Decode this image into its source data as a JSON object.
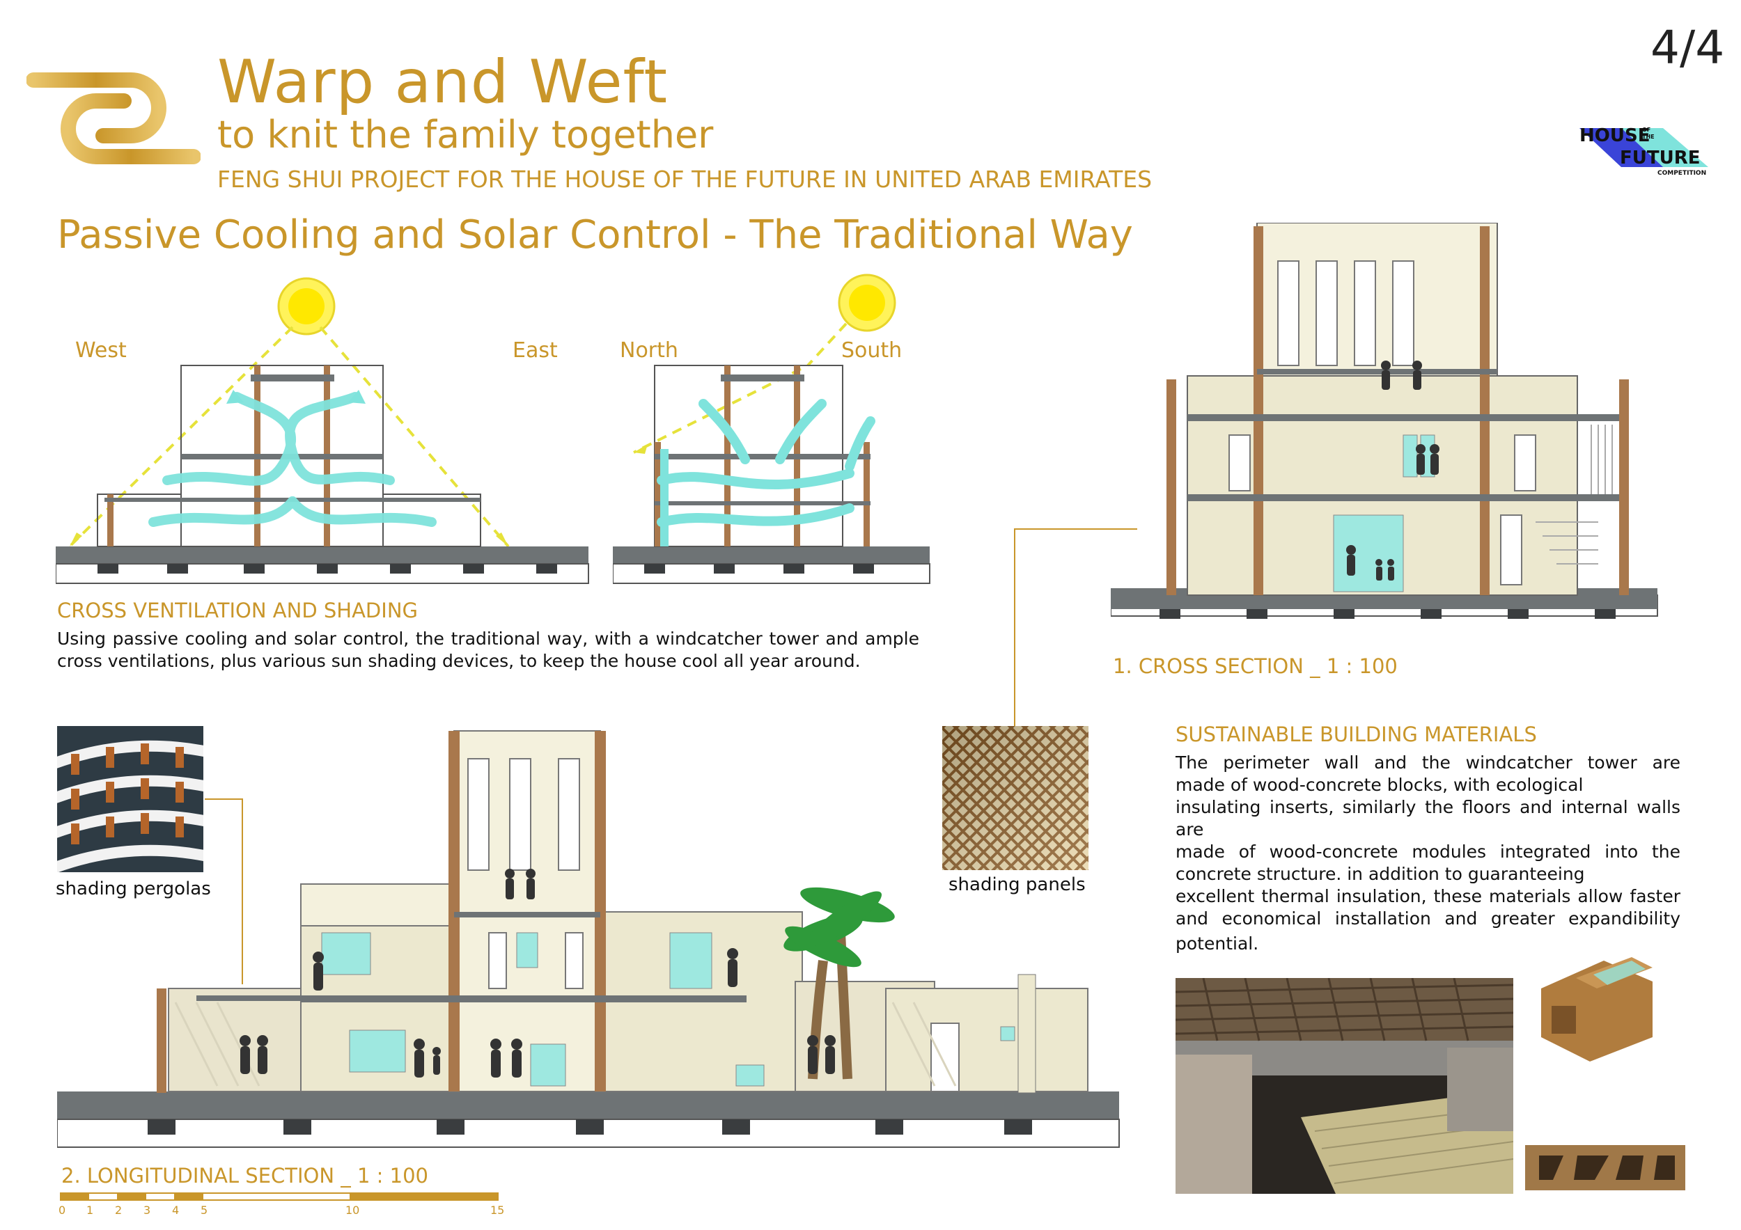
{
  "page_number": "4/4",
  "logo": {
    "name": "warp-weft-knot-logo"
  },
  "header": {
    "title": "Warp and Weft",
    "subtitle": "to knit the family together",
    "project_line": "FENG SHUI PROJECT FOR THE HOUSE OF THE FUTURE IN UNITED ARAB EMIRATES",
    "section_title": "Passive Cooling and Solar Control - The Traditional Way"
  },
  "competition_logo": {
    "word1": "HOUSE",
    "word_small1": "OF",
    "word_small2": "THE",
    "word2": "FUTURE",
    "word3": "COMPETITION"
  },
  "diagrams": {
    "west": "West",
    "east": "East",
    "north": "North",
    "south": "South"
  },
  "cross_ventilation": {
    "heading": "CROSS VENTILATION AND SHADING",
    "text": "Using passive cooling and solar control, the traditional way, with a windcatcher tower and ample cross ventilations, plus various sun shading devices, to keep the house cool all year around."
  },
  "cross_section_label": "1. CROSS SECTION _ 1 : 100",
  "sustainable": {
    "heading": "SUSTAINABLE BUILDING MATERIALS",
    "lines": [
      "The perimeter wall and the windcatcher tower are",
      "made of wood-concrete blocks, with ecological",
      "insulating inserts, similarly the floors and internal walls are",
      "made of wood-concrete modules integrated into the",
      "concrete structure. in addition to guaranteeing",
      "excellent thermal insulation, these materials allow faster",
      "and economical installation and greater expandibility",
      "potential."
    ]
  },
  "captions": {
    "pergolas": "shading pergolas",
    "panels": "shading panels"
  },
  "longitudinal_label": "2. LONGITUDINAL SECTION _ 1 : 100",
  "scale_bar": {
    "ticks": [
      "0",
      "1",
      "2",
      "3",
      "4",
      "5",
      "10",
      "15"
    ]
  },
  "colors": {
    "gold": "#c9962a",
    "cyan": "#7fe3dc",
    "wood": "#a9784c",
    "concrete": "#6e7375",
    "wall": "#ece8cf"
  }
}
